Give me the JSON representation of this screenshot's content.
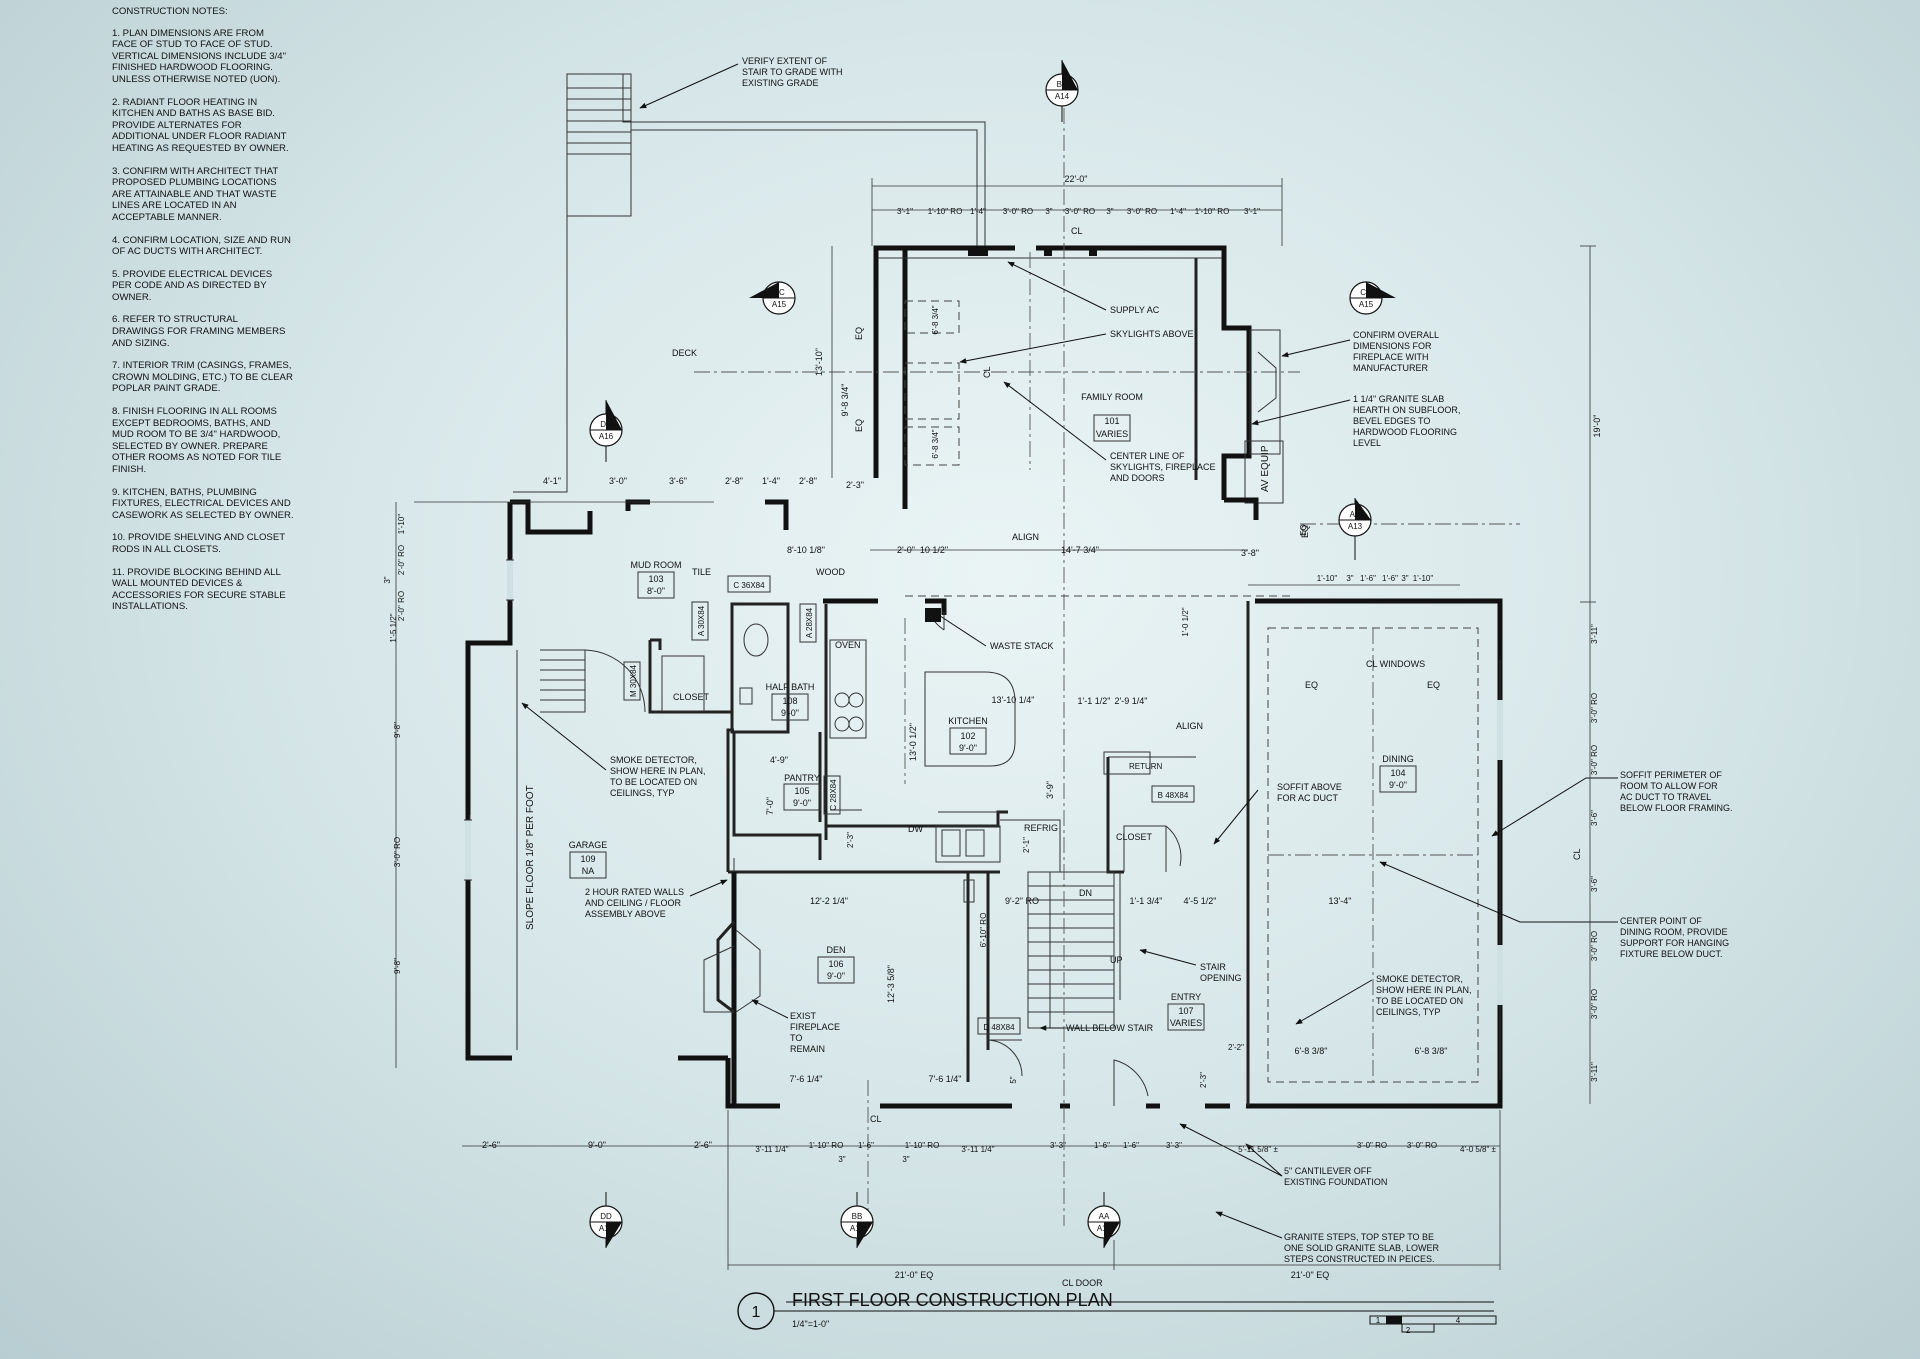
{
  "notes": {
    "heading": "CONSTRUCTION  NOTES:",
    "items": [
      "1.  PLAN DIMENSIONS ARE FROM\nFACE OF STUD TO FACE OF STUD.\nVERTICAL DIMENSIONS INCLUDE 3/4\"\nFINISHED HARDWOOD FLOORING.\nUNLESS OTHERWISE NOTED (UON).",
      "2.  RADIANT FLOOR HEATING IN\nKITCHEN AND BATHS AS BASE BID.\nPROVIDE ALTERNATES FOR\nADDITIONAL UNDER FLOOR RADIANT\nHEATING AS REQUESTED BY OWNER.",
      "3.  CONFIRM WITH ARCHITECT THAT\nPROPOSED PLUMBING LOCATIONS\nARE ATTAINABLE AND THAT WASTE\nLINES ARE LOCATED IN AN\nACCEPTABLE MANNER.",
      "4.  CONFIRM LOCATION, SIZE AND RUN\nOF AC DUCTS WITH ARCHITECT.",
      "5.  PROVIDE ELECTRICAL DEVICES\nPER CODE AND AS DIRECTED BY\nOWNER.",
      "6.  REFER TO STRUCTURAL\nDRAWINGS FOR FRAMING MEMBERS\nAND SIZING.",
      "7.  INTERIOR TRIM (CASINGS, FRAMES,\nCROWN MOLDING, ETC.) TO BE CLEAR\nPOPLAR PAINT GRADE.",
      "8.  FINISH FLOORING IN ALL ROOMS\nEXCEPT BEDROOMS, BATHS, AND\nMUD ROOM TO BE 3/4\" HARDWOOD,\nSELECTED BY OWNER.  PREPARE\nOTHER ROOMS AS NOTED FOR TILE\nFINISH.",
      "9.  KITCHEN, BATHS, PLUMBING\nFIXTURES, ELECTRICAL DEVICES AND\nCASEWORK AS SELECTED BY OWNER.",
      "10.  PROVIDE SHELVING AND CLOSET\nRODS IN ALL CLOSETS.",
      "11.  PROVIDE BLOCKING BEHIND ALL\nWALL MOUNTED DEVICES &\nACCESSORIES FOR SECURE STABLE\nINSTALLATIONS."
    ]
  },
  "title": {
    "number": "1",
    "text": "FIRST FLOOR CONSTRUCTION PLAN",
    "scale": "1/4\"=1-0\"",
    "bar_labels": [
      "1",
      "2",
      "4"
    ]
  },
  "rooms": {
    "family": {
      "name": "FAMILY ROOM",
      "num": "101",
      "ht": "VARIES"
    },
    "kitchen": {
      "name": "KITCHEN",
      "num": "102",
      "ht": "9'-0\""
    },
    "mud": {
      "name": "MUD ROOM",
      "num": "103",
      "ht": "8'-0\""
    },
    "dining": {
      "name": "DINING",
      "num": "104",
      "ht": "9'-0\""
    },
    "pantry": {
      "name": "PANTRY",
      "num": "105",
      "ht": "9'-0\""
    },
    "den": {
      "name": "DEN",
      "num": "106",
      "ht": "9'-0\""
    },
    "entry": {
      "name": "ENTRY",
      "num": "107",
      "ht": "VARIES"
    },
    "halfbath": {
      "name": "HALF BATH",
      "num": "108",
      "ht": "9'-0\""
    },
    "garage": {
      "name": "GARAGE",
      "num": "109",
      "ht": "NA"
    }
  },
  "sections": {
    "bb_top": {
      "id": "BB",
      "sheet": "A14"
    },
    "cc_left": {
      "id": "CC",
      "sheet": "A15"
    },
    "cc_right": {
      "id": "CC",
      "sheet": "A15"
    },
    "dd_left": {
      "id": "DD",
      "sheet": "A16"
    },
    "aa_right": {
      "id": "AA",
      "sheet": "A13"
    },
    "dd_bottom": {
      "id": "DD",
      "sheet": "A16"
    },
    "bb_bottom": {
      "id": "BB",
      "sheet": "A14"
    },
    "aa_bottom": {
      "id": "AA",
      "sheet": "A13"
    }
  },
  "callouts": {
    "stair_grade": "VERIFY EXTENT OF\nSTAIR TO GRADE WITH\nEXISTING GRADE",
    "supply_ac": "SUPPLY AC",
    "skylights": "SKYLIGHTS ABOVE",
    "fireplace_dims": "CONFIRM OVERALL\nDIMENSIONS FOR\nFIREPLACE WITH\nMANUFACTURER",
    "granite_hearth": "1 1/4\" GRANITE SLAB\nHEARTH ON SUBFLOOR,\nBEVEL EDGES TO\nHARDWOOD FLOORING\nLEVEL",
    "centerline": "CENTER LINE OF\nSKYLIGHTS, FIREPLACE\nAND DOORS",
    "waste_stack": "WASTE STACK",
    "smoke_left": "SMOKE DETECTOR,\nSHOW HERE IN PLAN,\nTO BE LOCATED ON\nCEILINGS, TYP",
    "two_hour": "2 HOUR RATED WALLS\nAND CEILING / FLOOR\nASSEMBLY ABOVE",
    "soffit_ac": "SOFFIT ABOVE\nFOR AC DUCT",
    "soffit_perim": "SOFFIT PERIMETER OF\nROOM TO ALLOW FOR\nAC DUCT TO TRAVEL\nBELOW FLOOR FRAMING.",
    "center_dining": "CENTER POINT OF\nDINING ROOM, PROVIDE\nSUPPORT FOR HANGING\nFIXTURE BELOW DUCT.",
    "smoke_right": "SMOKE DETECTOR,\nSHOW HERE IN PLAN,\nTO BE LOCATED ON\nCEILINGS, TYP",
    "stair_opening": "STAIR\nOPENING",
    "wall_below": "WALL BELOW STAIR",
    "exist_fireplace": "EXIST\nFIREPLACE\nTO\nREMAIN",
    "cantilever": "5\" CANTILEVER OFF\nEXISTING FOUNDATION",
    "granite_steps": "GRANITE STEPS, TOP STEP TO BE\nONE SOLID GRANITE SLAB, LOWER\nSTEPS CONSTRUCTED IN PEICES."
  },
  "labels": {
    "deck": "DECK",
    "tile": "TILE",
    "wood": "WOOD",
    "oven": "OVEN",
    "closet1": "CLOSET",
    "closet2": "CLOSET",
    "refrig": "REFRIG",
    "dw": "DW",
    "dn": "DN",
    "up": "UP",
    "av": "AV EQUIP",
    "cl_windows": "CL  WINDOWS",
    "eq1": "EQ",
    "eq2": "EQ",
    "eq3": "EQ",
    "eq4": "EQ",
    "eq5": "EQ",
    "align1": "ALIGN",
    "align2": "ALIGN",
    "slope": "SLOPE FLOOR 1/8\" PER FOOT",
    "return": "RETURN",
    "cl_door": "CL  DOOR",
    "cl1": "CL",
    "cl2": "CL",
    "cl3": "CL",
    "cl4": "CL"
  },
  "doors": {
    "c36": "C 36X84",
    "a30": "A 30X84",
    "a28": "A 28X84",
    "m30": "M 30X84",
    "c28": "C 28X84",
    "b48": "B 48X84",
    "d48": "D 48X84"
  },
  "dims": {
    "top_overall": "22'-0\"",
    "top_row": [
      "3'-1\"",
      "1'-10\" RO",
      "1'-4\"",
      "3'-0\" RO",
      "3\"",
      "3'-0\" RO",
      "3\"",
      "3'-0\" RO",
      "1'-4\"",
      "1'-10\" RO",
      "3'-1\""
    ],
    "deck_row": [
      "4'-1\"",
      "3'-0\"",
      "3'-6\"",
      "2'-8\"",
      "1'-4\"",
      "2'-8\""
    ],
    "right_19": "19'-0\"",
    "fam_13_10": "13'-10\"",
    "fam_9_8": "9'-8 3/4\"",
    "sky1": "6'-8 3/4\"",
    "sky2": "6'-8 3/4\"",
    "d_2_3": "2'-3\"",
    "d_8_10": "8'-10 1/8\"",
    "d_2_0": "2'-0\"",
    "d_10": "10 1/2\"",
    "d_14_7": "14'-7 3/4\"",
    "d_3_8": "3'-8\"",
    "right_row2": [
      "1'-10\"",
      "3\"",
      "1'-6\"",
      "1'-6\"",
      "3\"",
      "1'-10\""
    ],
    "d_1_0": "1'-0 1/2\"",
    "d_13_10": "13'-10 1/4\"",
    "d_1_1": "1'-1 1/2\"",
    "d_2_9": "2'-9 1/4\"",
    "d_13_0": "13'-0 1/2\"",
    "d_4_9": "4'-9\"",
    "d_7_0": "7'-0\"",
    "d_3_9": "3'-9\"",
    "d_2_1": "2'-1\"",
    "d_2_3b": "2'-3\"",
    "d_12_2": "12'-2 1/4\"",
    "d_9_2": "9'-2\" RO",
    "d_1_13": "1'-1 3/4\"",
    "d_4_5": "4'-5 1/2\"",
    "d_13_4": "13'-4\"",
    "d_12_3": "12'-3 5/8\"",
    "d_6_10": "6'-10\" RO",
    "d_7_6a": "7'-6 1/4\"",
    "d_7_6b": "7'-6 1/4\"",
    "d_6_8a": "6'-8 3/8\"",
    "d_6_8b": "6'-8 3/8\"",
    "left_col": [
      "1'-10\"",
      "2'-0\" RO",
      "3\"",
      "2'-0\" RO",
      "1'-5 1/2\"",
      "9'-8\"",
      "3'-0\" RO",
      "9'-8\""
    ],
    "right_col": [
      "3'-11\"",
      "3'-0\" RO",
      "3'-0\" RO",
      "3'-6\"",
      "3'-6\"",
      "3'-0\" RO",
      "3'-0\" RO",
      "3'-11\""
    ],
    "bot_left": [
      "2'-6\"",
      "9'-0\"",
      "2'-6\""
    ],
    "bot_row": [
      "3'-11 1/4\"",
      "1'-10\" RO",
      "1'-6\"",
      "1'-10\" RO",
      "3'-11 1/4\"",
      "3'-3\"",
      "1'-6\"",
      "1'-6\"",
      "3'-3\"",
      "5'-11 5/8\" ±",
      "3'-0\" RO",
      "3'-0\" RO",
      "4'-0 5/8\" ±"
    ],
    "bot_3a": "3\"",
    "bot_3b": "3\"",
    "bot_21a": "21'-0\"  EQ",
    "bot_21b": "21'-0\"  EQ",
    "eq_right": "EQ",
    "d_2_3c": "2'-3\"",
    "d_2_2": "2'-2\"",
    "d_5": "5\""
  }
}
